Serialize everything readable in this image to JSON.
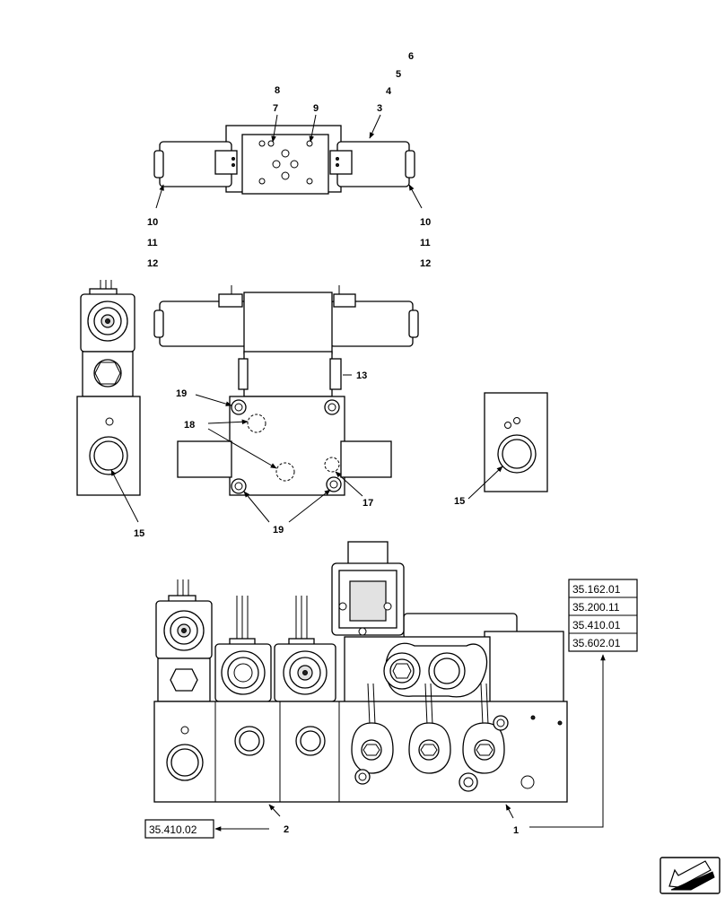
{
  "callouts": {
    "c1": "1",
    "c2": "2",
    "c3": "3",
    "c4": "4",
    "c5": "5",
    "c6": "6",
    "c7": "7",
    "c8": "8",
    "c9": "9",
    "c10": "10",
    "c11": "11",
    "c12": "12",
    "c13": "13",
    "c15": "15",
    "c17": "17",
    "c18": "18",
    "c19": "19"
  },
  "references": {
    "ref_35_162_01": "35.162.01",
    "ref_35_200_11": "35.200.11",
    "ref_35_410_01": "35.410.01",
    "ref_35_602_01": "35.602.01",
    "ref_35_410_02": "35.410.02"
  },
  "nav": {
    "icon": "arrow-back-icon"
  },
  "colors": {
    "ink": "#000000",
    "paper": "#ffffff",
    "shade": "#e2e2e2"
  }
}
